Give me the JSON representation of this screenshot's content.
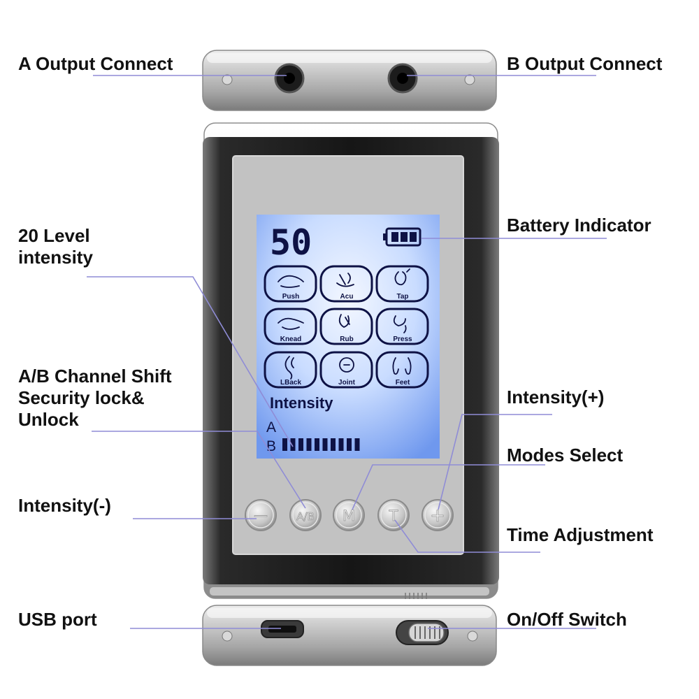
{
  "labels": {
    "a_output": "A Output Connect",
    "b_output": "B Output Connect",
    "battery_indicator": "Battery Indicator",
    "level_intensity_line1": "20 Level",
    "level_intensity_line2": "intensity",
    "channel_shift_line1": "A/B Channel Shift",
    "channel_shift_line2": "Security lock&",
    "channel_shift_line3": "Unlock",
    "intensity_plus": "Intensity(+)",
    "modes_select": "Modes Select",
    "intensity_minus": "Intensity(-)",
    "time_adjustment": "Time Adjustment",
    "usb_port": "USB port",
    "on_off_switch": "On/Off Switch"
  },
  "display": {
    "timer_value": "50",
    "modes": [
      {
        "label": "Push",
        "icon": "push-hand-icon"
      },
      {
        "label": "Acu",
        "icon": "acupuncture-icon"
      },
      {
        "label": "Tap",
        "icon": "tap-fist-icon"
      },
      {
        "label": "Knead",
        "icon": "knead-hand-icon"
      },
      {
        "label": "Rub",
        "icon": "rub-hands-icon"
      },
      {
        "label": "Press",
        "icon": "press-thumb-icon"
      },
      {
        "label": "LBack",
        "icon": "lower-back-icon"
      },
      {
        "label": "Joint",
        "icon": "joint-icon"
      },
      {
        "label": "Feet",
        "icon": "feet-icon"
      }
    ],
    "intensity_label": "Intensity",
    "channel_a": "A",
    "channel_b": "B",
    "channel_b_level": 10
  },
  "buttons": {
    "minus": "—",
    "ab": "A/B",
    "mode": "M",
    "time": "T",
    "plus": "+"
  },
  "colors": {
    "leader_line": "#8f8cd6",
    "lcd_background": "#c9dcff",
    "lcd_ink": "#12164a",
    "device_body": "#1d1d1f"
  }
}
